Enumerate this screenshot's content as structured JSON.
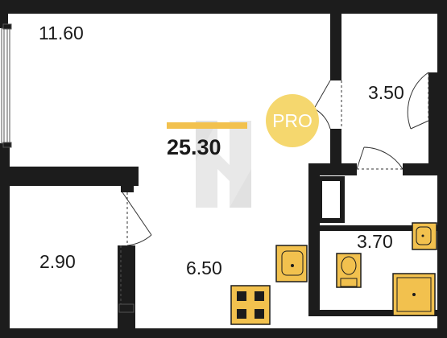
{
  "plan": {
    "total_area": "25.30",
    "badge": "PRO",
    "rooms": {
      "main_room": "11.60",
      "closet": "3.50",
      "left_room": "2.90",
      "hall": "6.50",
      "bathroom": "3.70"
    }
  },
  "colors": {
    "wall": "#1c1c1c",
    "fixture": "#f2c14e",
    "badge": "#f5d76e",
    "accent_bar": "#f2c14e",
    "watermark": "#e3e3e3"
  },
  "icons": [
    "door-swing-icon",
    "window-icon",
    "sink-icon",
    "toilet-icon",
    "shower-tray-icon",
    "stove-icon",
    "watermark-logo-icon"
  ]
}
